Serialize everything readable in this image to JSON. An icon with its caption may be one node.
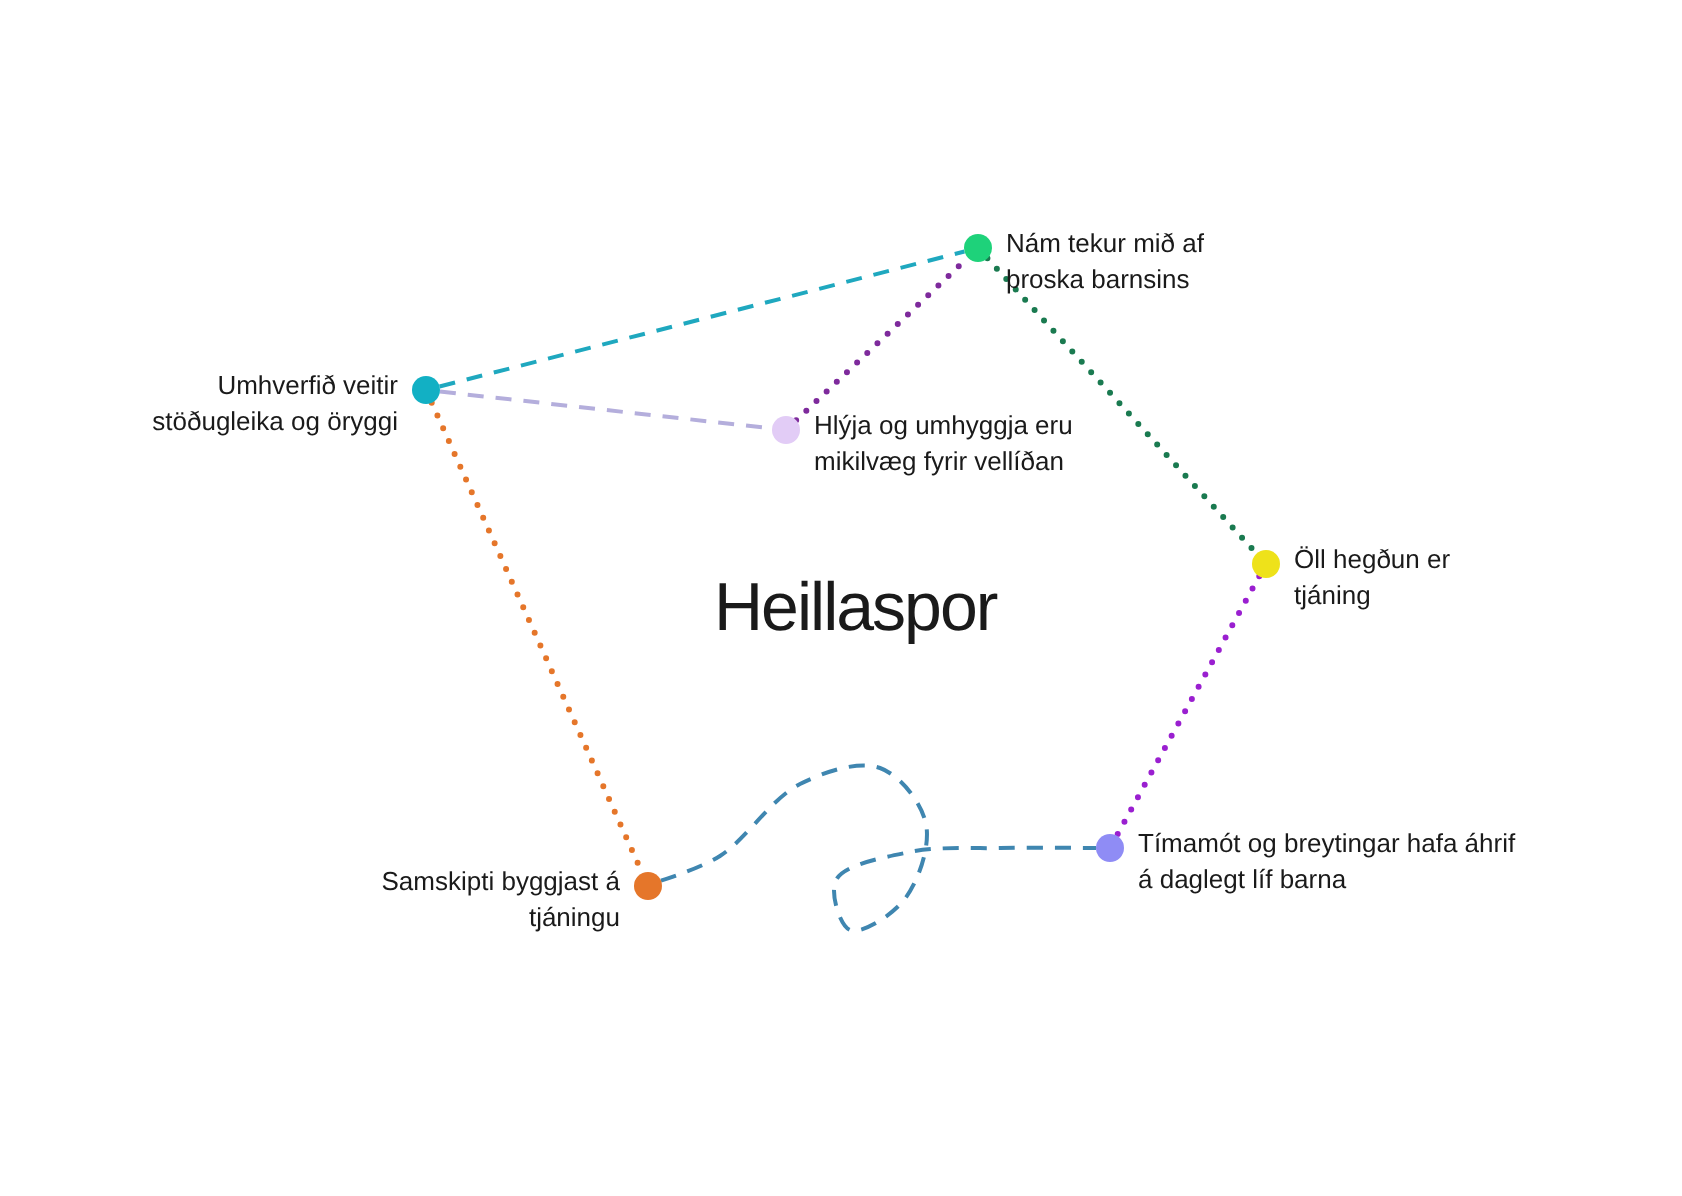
{
  "diagram": {
    "title": "Heillaspor",
    "nodes": [
      {
        "text": [],
        "shape": "circle",
        "beside": [
          "Umhverfið veitir stöðugleika og öryggi"
        ]
      },
      {
        "text": [],
        "shape": "circle",
        "beside": [
          "Nám tekur mið af þroska barnsins"
        ]
      },
      {
        "text": [],
        "shape": "circle",
        "beside": [
          "Hlýja og umhyggja eru mikilvæg fyrir vellíðan"
        ]
      },
      {
        "text": [],
        "shape": "circle",
        "beside": [
          "Öll hegðun er tjáning"
        ]
      },
      {
        "text": [],
        "shape": "circle",
        "beside": [
          "Tímamót og breytingar hafa áhrif á daglegt líf barna"
        ]
      },
      {
        "text": [],
        "shape": "circle",
        "beside": [
          "Samskipti byggjast á tjáningu"
        ]
      }
    ],
    "edges": [
      {
        "from": 0,
        "to": 1,
        "arrow": "none",
        "style": "dashed",
        "color": "#1fa8bf"
      },
      {
        "from": 0,
        "to": 2,
        "arrow": "none",
        "style": "dashed",
        "color": "#b4aedc"
      },
      {
        "from": 2,
        "to": 1,
        "arrow": "none",
        "color": "#7e2a9c"
      },
      {
        "from": 1,
        "to": 3,
        "arrow": "none",
        "color": "#1a7a50"
      },
      {
        "from": 3,
        "to": 4,
        "arrow": "none",
        "color": "#9a1fd0"
      },
      {
        "from": 0,
        "to": 5,
        "arrow": "none",
        "color": "#e5762a"
      },
      {
        "from": 5,
        "to": 4,
        "arrow": "none",
        "style": "dashed",
        "color": "#3f86b0"
      }
    ]
  }
}
